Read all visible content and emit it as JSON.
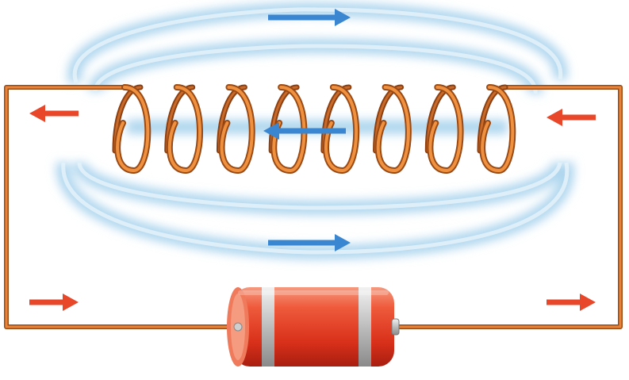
{
  "diagram": {
    "components": [
      "solenoid-coil",
      "battery",
      "circuit-wire",
      "magnetic-field-lines"
    ],
    "coil_turns": 8,
    "current_arrows": {
      "color": "#e8472a",
      "directions": [
        "left",
        "left",
        "right",
        "right"
      ]
    },
    "field_arrows": {
      "color": "#3a86d0",
      "directions": [
        "right",
        "left",
        "right"
      ]
    },
    "colors": {
      "wire": "#e0782a",
      "field": "#b9dcf0",
      "battery_body": "#e63a22",
      "battery_cap": "#c4c4c4"
    }
  }
}
